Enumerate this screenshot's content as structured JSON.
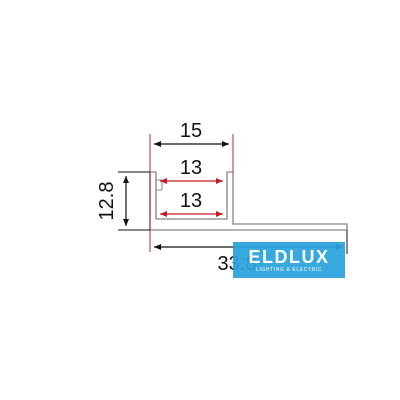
{
  "diagram": {
    "dimensions": {
      "overall_width": "15",
      "inner_top": "13",
      "inner_bottom": "13",
      "height": "12.8",
      "length": "33.8"
    },
    "colors": {
      "profile_edge": "#9a9a9a",
      "profile_fill": "#ffffff",
      "red_dim": "#c0272d",
      "black_dim": "#111111",
      "red_arrow": "#c01f26",
      "black_arrow": "#111111"
    }
  },
  "watermark": {
    "brand": "ELDLUX",
    "tagline": "LIGHTING & ELECTRIC",
    "color": "#2aa3dc"
  }
}
